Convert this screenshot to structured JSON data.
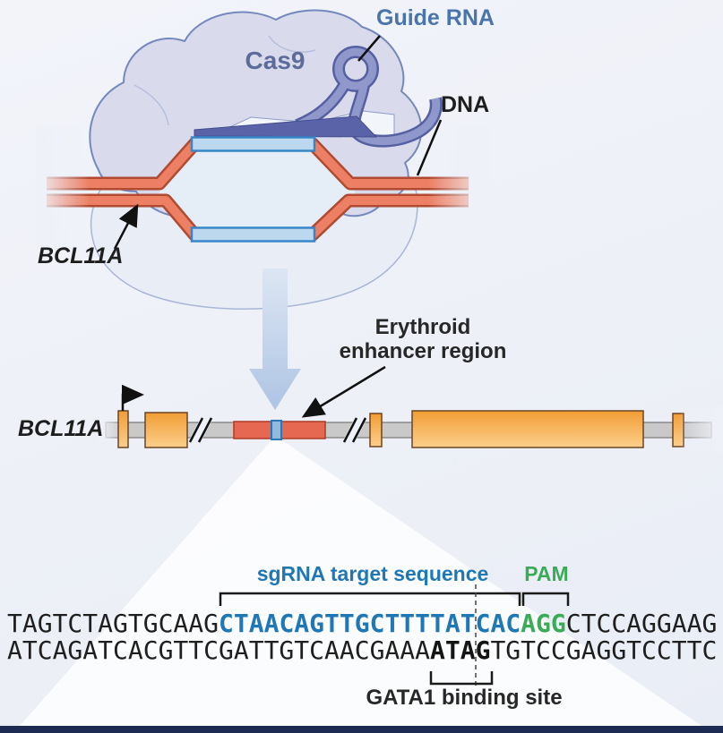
{
  "diagram": {
    "labels": {
      "cas9": "Cas9",
      "guide_rna": "Guide RNA",
      "dna": "DNA",
      "gene_top": "BCL11A",
      "gene_track": "BCL11A",
      "enhancer_line1": "Erythroid",
      "enhancer_line2": "enhancer region"
    },
    "sequence_panel": {
      "sgrna_label": "sgRNA target sequence",
      "pam_label": "PAM",
      "gata1_label": "GATA1 binding site",
      "top_strand": {
        "pre": "TAGTCTAGTGCAAG",
        "target": "CTAACAGTTGCTTTTATCAC",
        "pam": "AGG",
        "post": "CTCCAGGAAG"
      },
      "bottom_strand": {
        "pre": "ATCAGATCACGTTCGATTGTCAACGAAA",
        "gata1": "ATAG",
        "post": "TGTCCGAGGTCCTTC"
      }
    },
    "colors": {
      "dna_strand_fill": "#ec7f64",
      "dna_strand_outline": "#b04a31",
      "cas9_body": "#d9dbec",
      "cas9_outline": "#7588bc",
      "guide_rna_band": "#9097ca",
      "guide_rna_dark": "#5560a2",
      "target_duplex_box": "#bcd8ee",
      "target_duplex_border": "#3787c8",
      "exon_orange": "#f5a844",
      "enhancer_red": "#e66850",
      "track_gray": "#c9c9c9",
      "sgrna_text": "#1f78b5",
      "pam_text": "#3cab58",
      "bottom_bar": "#1d2b52"
    }
  }
}
